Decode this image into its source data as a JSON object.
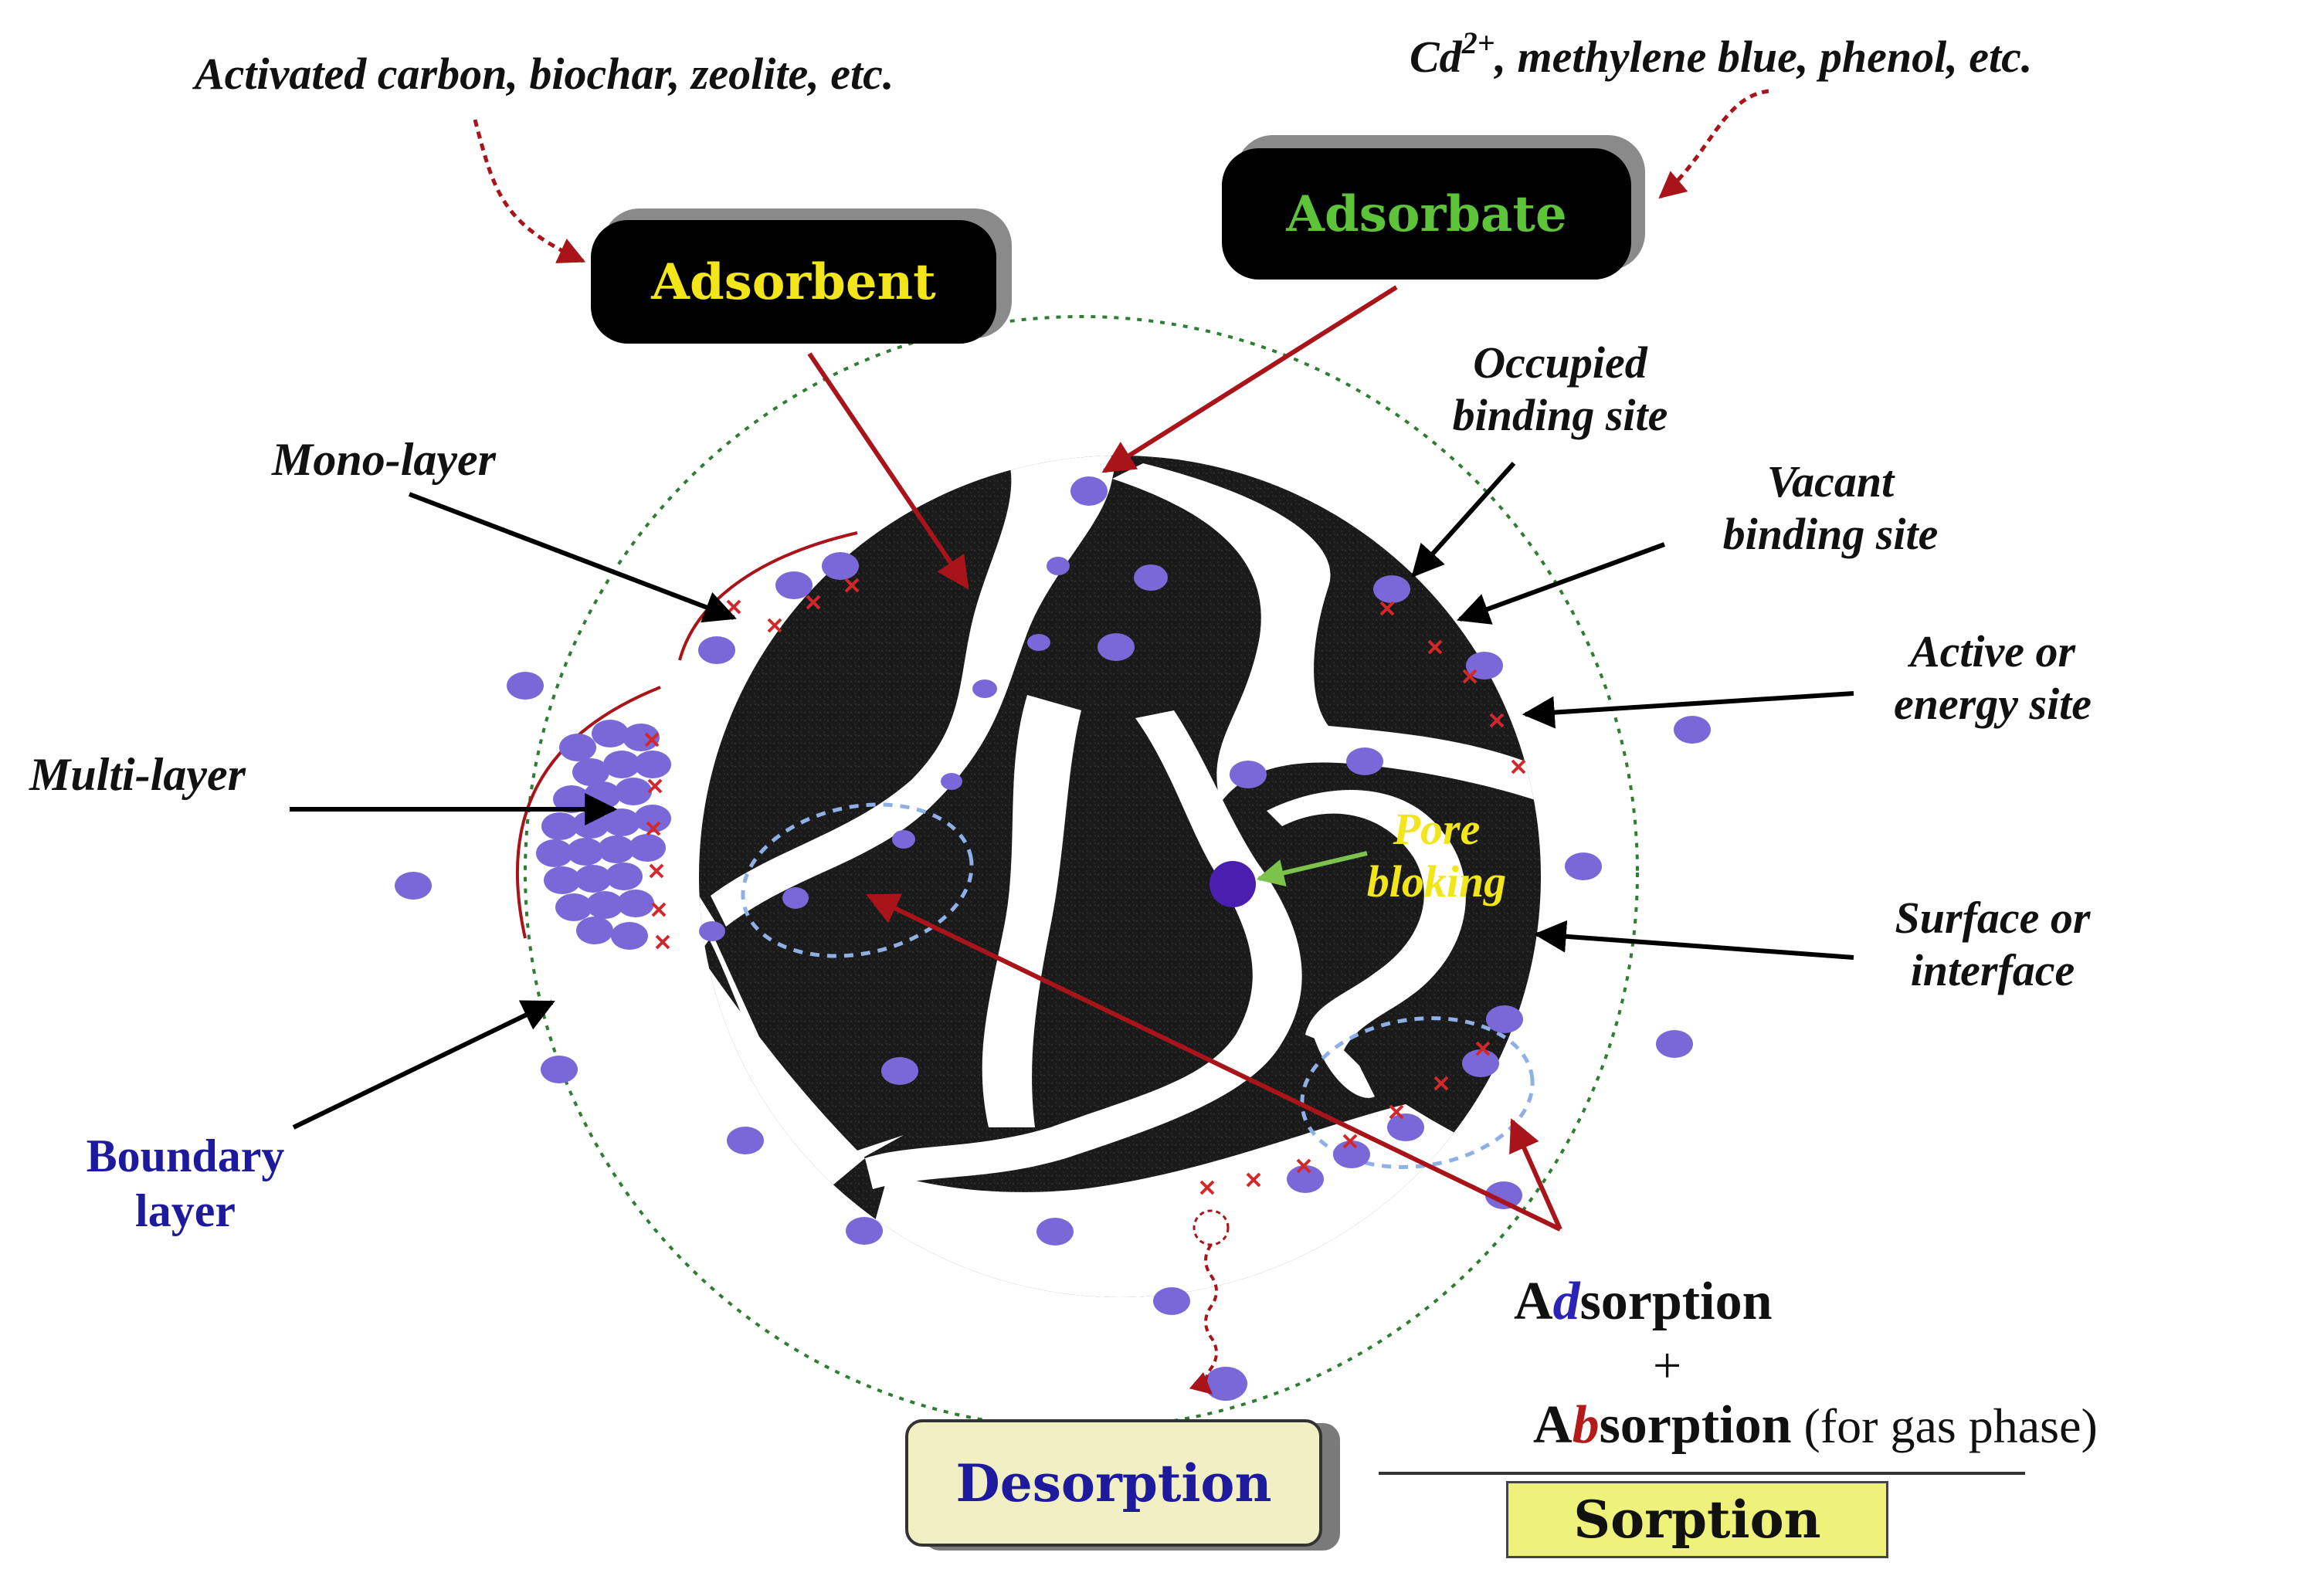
{
  "labels": {
    "adsorbent_examples": "Activated carbon, biochar, zeolite, etc.",
    "adsorbate_examples_prefix": "Cd",
    "adsorbate_examples_sup": "2+",
    "adsorbate_examples_rest": ", methylene blue, phenol, etc.",
    "adsorbent": "Adsorbent",
    "adsorbate": "Adsorbate",
    "occupied_line1": "Occupied",
    "occupied_line2": "binding site",
    "vacant_line1": "Vacant",
    "vacant_line2": "binding site",
    "active_line1": "Active or",
    "active_line2": "energy site",
    "surface_line1": "Surface or",
    "surface_line2": "interface",
    "monolayer": "Mono-layer",
    "multilayer": "Multi-layer",
    "boundary_line1": "Boundary",
    "boundary_line2": "layer",
    "pore_line1": "Pore",
    "pore_line2": "bloking",
    "adsorption_A": "A",
    "adsorption_d": "d",
    "adsorption_rest": "sorption",
    "plus": "+",
    "absorption_A": "A",
    "absorption_b": "b",
    "absorption_rest": "sorption",
    "absorption_note": " (for gas phase)",
    "desorption": "Desorption",
    "sorption": "Sorption"
  },
  "colors": {
    "adsorbent_text": "#f2e51a",
    "adsorbate_text": "#5dc43a",
    "molecule": "#7b68d8",
    "molecule_dark": "#4a1fb0",
    "site_mark": "#d3282b",
    "arrow_red": "#a8141a",
    "boundary_dashed": "#2e7d32",
    "pore_text": "#f2e51a",
    "boundary_text": "#1d1a9e",
    "desorption_text": "#1d1a9e",
    "desorption_bg": "#f0f0c4",
    "sorption_bg": "#eef27a",
    "letter_blue": "#2a23b5",
    "letter_red": "#b31a1a"
  }
}
